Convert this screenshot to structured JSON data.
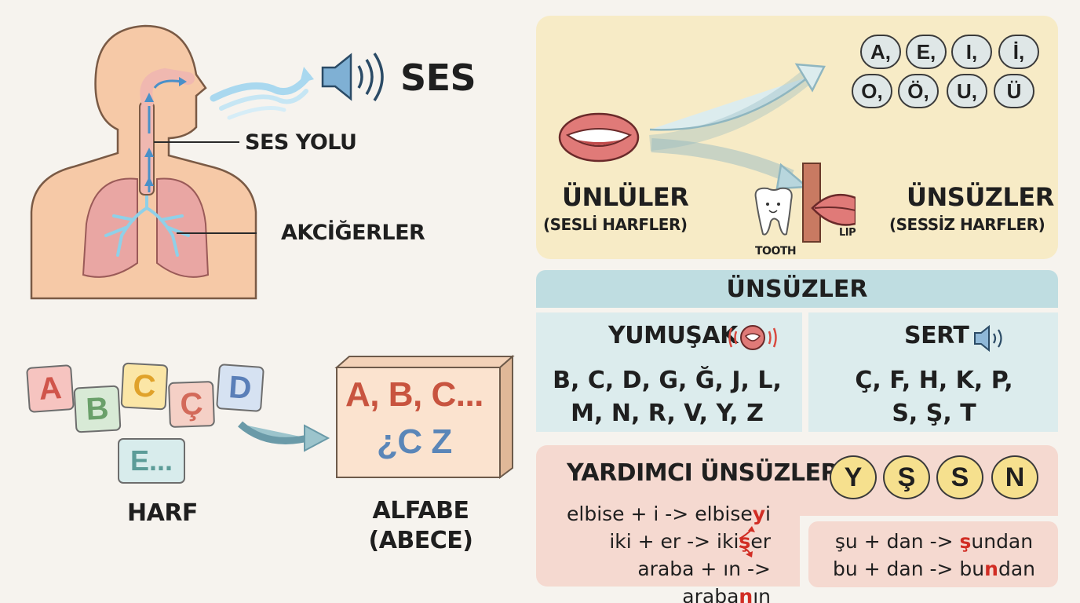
{
  "left_top": {
    "ses": "SES",
    "ses_yolu": "SES YOLU",
    "akcigerler": "AKCİĞERLER"
  },
  "left_bottom": {
    "tiles": [
      "A",
      "B",
      "C",
      "Ç",
      "D",
      "E..."
    ],
    "box_line1": "A, B, C...",
    "box_line2": "¿C Z",
    "harf": "HARF",
    "alfabe": "ALFABE",
    "abece": "(ABECE)"
  },
  "vowel_panel": {
    "vowels": [
      "A,",
      "E,",
      "I,",
      "İ,",
      "O,",
      "Ö,",
      "U,",
      "Ü"
    ],
    "unluler": "ÜNLÜLER",
    "unluler_sub": "(SESLİ HARFLER)",
    "unsuzler": "ÜNSÜZLER",
    "unsuzler_sub": "(SESSİZ HARFLER)",
    "tooth": "TOOTH",
    "lip": "LIP"
  },
  "consonants": {
    "header": "ÜNSÜZLER",
    "soft_title": "YUMUŞAK",
    "soft_line1": "B, C, D, G, Ğ, J, L,",
    "soft_line2": "M, N, R, V, Y, Z",
    "hard_title": "SERT",
    "hard_line1": "Ç, F, H, K, P,",
    "hard_line2": "S, Ş, T"
  },
  "helpers": {
    "title": "YARDIMCI ÜNSÜZLER",
    "letters": [
      "Y",
      "Ş",
      "S",
      "N"
    ],
    "ex1_pre": "elbise + i -> elbise",
    "ex1_red": "y",
    "ex1_post": "i",
    "ex2_pre": "iki + er -> iki",
    "ex2_red": "ş",
    "ex2_post": "er",
    "ex3_pre": "araba + ın -> araba",
    "ex3_red": "n",
    "ex3_post": "ın",
    "ex4_pre": "şu + dan -> ",
    "ex4_red": "ş",
    "ex4_post": "undan",
    "ex5_pre": "bu + dan -> bu",
    "ex5_red": "n",
    "ex5_post": "dan"
  },
  "colors": {
    "accent_red": "#d12d24",
    "vowel_panel_bg": "#f7ebc6",
    "consonant_header_bg": "#bfdde1",
    "helper_bg": "#f5d9d0",
    "coin_yellow": "#f6e08e"
  }
}
